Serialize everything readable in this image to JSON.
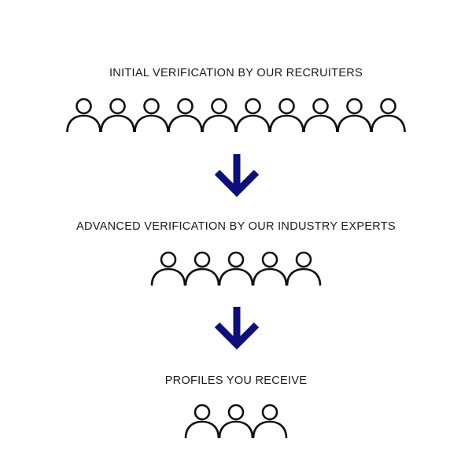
{
  "stages": [
    {
      "label": "INITIAL VERIFICATION BY OUR RECRUITERS",
      "people_count": 10
    },
    {
      "label": "ADVANCED VERIFICATION BY OUR INDUSTRY EXPERTS",
      "people_count": 5
    },
    {
      "label": "PROFILES YOU RECEIVE",
      "people_count": 3
    }
  ],
  "icons": {
    "person": "person-icon",
    "arrow": "arrow-down-icon"
  },
  "colors": {
    "arrow": "#0d0f7a",
    "icon_stroke": "#111111",
    "text": "#1a1a1a"
  }
}
